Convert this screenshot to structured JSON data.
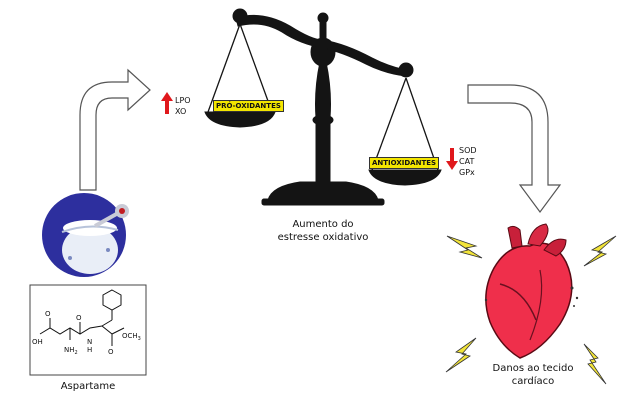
{
  "aspartame": {
    "caption": "Aspartame",
    "atom_labels": {
      "oh": "OH",
      "nh2": "NH",
      "nh2_sub": "2",
      "nh": "N",
      "nh_h": "H",
      "och3": "OCH",
      "och3_sub": "3",
      "o1": "O",
      "o2": "O",
      "o3": "O"
    }
  },
  "scale": {
    "left_pan_label": "PRÓ-OXIDANTES",
    "right_pan_label": "ANTIOXIDANTES",
    "caption_line1": "Aumento do",
    "caption_line2": "estresse oxidativo"
  },
  "pro_oxidant_markers": {
    "direction": "up",
    "items": [
      "LPO",
      "XO"
    ]
  },
  "antioxidant_markers": {
    "direction": "down",
    "items": [
      "SOD",
      "CAT",
      "GPx"
    ]
  },
  "heart": {
    "caption_line1": "Danos ao tecido",
    "caption_line2": "cardíaco"
  },
  "colors": {
    "arrow_up": "#e0181c",
    "arrow_down": "#e0181c",
    "label_bg": "#f4e600",
    "heart_main": "#ef2f4b",
    "lightning": "#f2e43a",
    "scale_black": "#141414",
    "bowl_blue": "#2d2f9e"
  }
}
